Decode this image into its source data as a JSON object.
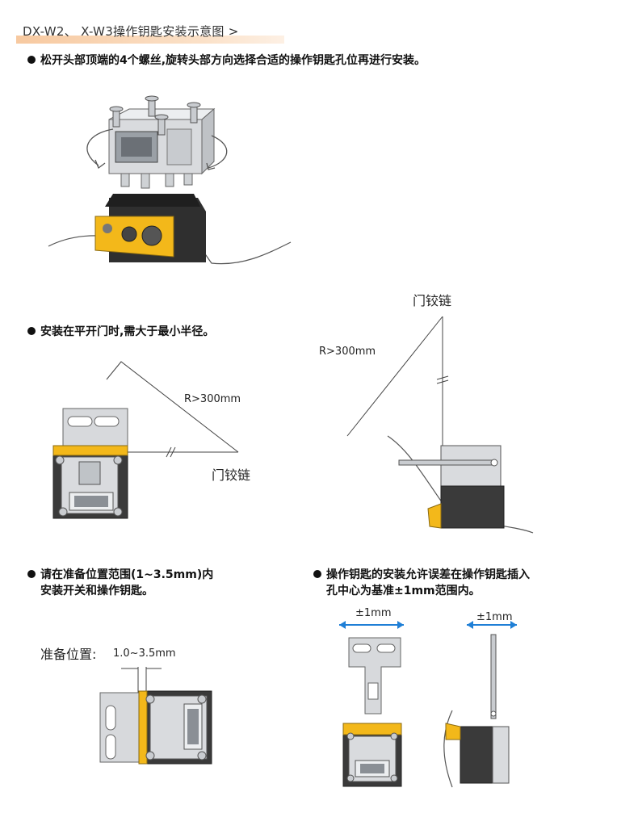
{
  "header": {
    "title": "DX-W2、  X-W3操作钥匙安装示意图 >"
  },
  "steps": [
    {
      "text": "松开头部顶端的4个螺丝,旋转头部方向选择合适的操作钥匙孔位再进行安装。"
    },
    {
      "text": "安装在平开门时,需大于最小半径。"
    },
    {
      "line1": "请在准备位置范围(1~3.5mm)内",
      "line2": "安装开关和操作钥匙。"
    },
    {
      "line1": "操作钥匙的安装允许误差在操作钥匙插入",
      "line2": "孔中心为基准±1mm范围内。"
    }
  ],
  "labels": {
    "radius_front": "R>300mm",
    "hinge_front": "门铰链",
    "hinge_side": "门铰链",
    "radius_side": "R>300mm",
    "ready_position": "准备位置:",
    "ready_range": "1.0~3.5mm",
    "tolerance_front": "±1mm",
    "tolerance_side": "±1mm"
  },
  "colors": {
    "accent_yellow": "#f3b81a",
    "body_dark": "#3a3a3a",
    "tolerance_arrow": "#1f7fd6",
    "header_bar": "#f7c9a0"
  }
}
